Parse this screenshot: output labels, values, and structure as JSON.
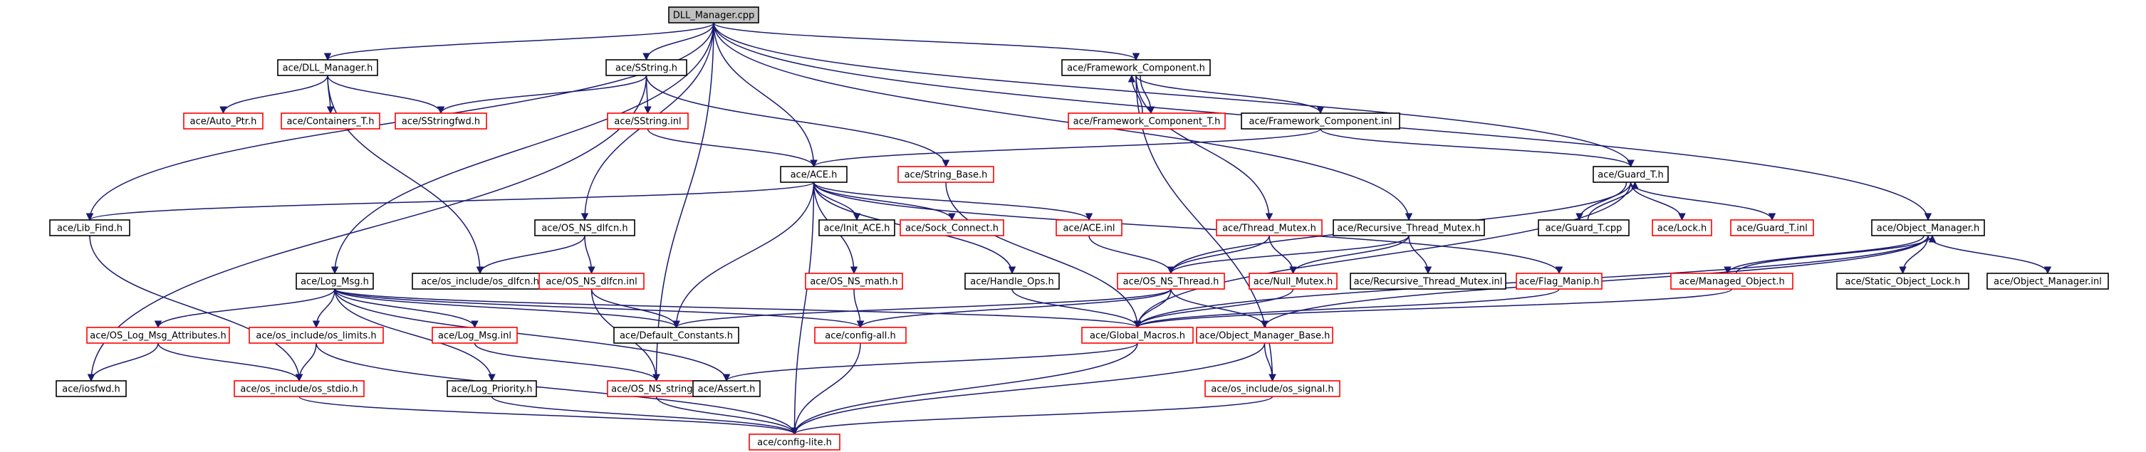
{
  "diagram": {
    "colors": {
      "edge": "#191970",
      "documented_border": "#000000",
      "undocumented_border": "#ff0000",
      "root_fill": "#c0c0c0"
    },
    "nodes": [
      {
        "id": "dll_manager_cpp",
        "label": "DLL_Manager.cpp",
        "status": "root"
      },
      {
        "id": "dll_manager_h",
        "label": "ace/DLL_Manager.h",
        "status": "documented"
      },
      {
        "id": "sstring_h",
        "label": "ace/SString.h",
        "status": "documented"
      },
      {
        "id": "framework_component_h",
        "label": "ace/Framework_Component.h",
        "status": "documented"
      },
      {
        "id": "auto_ptr_h",
        "label": "ace/Auto_Ptr.h",
        "status": "undocumented"
      },
      {
        "id": "containers_t_h",
        "label": "ace/Containers_T.h",
        "status": "undocumented"
      },
      {
        "id": "sstringfwd_h",
        "label": "ace/SStringfwd.h",
        "status": "undocumented"
      },
      {
        "id": "sstring_inl",
        "label": "ace/SString.inl",
        "status": "undocumented"
      },
      {
        "id": "framework_component_t_h",
        "label": "ace/Framework_Component_T.h",
        "status": "undocumented"
      },
      {
        "id": "framework_component_inl",
        "label": "ace/Framework_Component.inl",
        "status": "documented"
      },
      {
        "id": "ace_h",
        "label": "ace/ACE.h",
        "status": "documented"
      },
      {
        "id": "string_base_h",
        "label": "ace/String_Base.h",
        "status": "undocumented"
      },
      {
        "id": "guard_t_h",
        "label": "ace/Guard_T.h",
        "status": "documented"
      },
      {
        "id": "lib_find_h",
        "label": "ace/Lib_Find.h",
        "status": "documented"
      },
      {
        "id": "os_ns_dlfcn_h",
        "label": "ace/OS_NS_dlfcn.h",
        "status": "documented"
      },
      {
        "id": "init_ace_h",
        "label": "ace/Init_ACE.h",
        "status": "documented"
      },
      {
        "id": "sock_connect_h",
        "label": "ace/Sock_Connect.h",
        "status": "undocumented"
      },
      {
        "id": "ace_inl",
        "label": "ace/ACE.inl",
        "status": "undocumented"
      },
      {
        "id": "thread_mutex_h",
        "label": "ace/Thread_Mutex.h",
        "status": "undocumented"
      },
      {
        "id": "recursive_thread_mutex_h",
        "label": "ace/Recursive_Thread_Mutex.h",
        "status": "documented"
      },
      {
        "id": "guard_t_cpp",
        "label": "ace/Guard_T.cpp",
        "status": "documented"
      },
      {
        "id": "lock_h",
        "label": "ace/Lock.h",
        "status": "undocumented"
      },
      {
        "id": "guard_t_inl",
        "label": "ace/Guard_T.inl",
        "status": "undocumented"
      },
      {
        "id": "object_manager_h",
        "label": "ace/Object_Manager.h",
        "status": "documented"
      },
      {
        "id": "log_msg_h",
        "label": "ace/Log_Msg.h",
        "status": "documented"
      },
      {
        "id": "os_include_os_dlfcn_h",
        "label": "ace/os_include/os_dlfcn.h",
        "status": "documented"
      },
      {
        "id": "os_ns_dlfcn_inl",
        "label": "ace/OS_NS_dlfcn.inl",
        "status": "undocumented"
      },
      {
        "id": "os_ns_math_h",
        "label": "ace/OS_NS_math.h",
        "status": "undocumented"
      },
      {
        "id": "handle_ops_h",
        "label": "ace/Handle_Ops.h",
        "status": "documented"
      },
      {
        "id": "os_ns_thread_h",
        "label": "ace/OS_NS_Thread.h",
        "status": "undocumented"
      },
      {
        "id": "null_mutex_h",
        "label": "ace/Null_Mutex.h",
        "status": "undocumented"
      },
      {
        "id": "recursive_thread_mutex_inl",
        "label": "ace/Recursive_Thread_Mutex.inl",
        "status": "documented"
      },
      {
        "id": "flag_manip_h",
        "label": "ace/Flag_Manip.h",
        "status": "undocumented"
      },
      {
        "id": "managed_object_h",
        "label": "ace/Managed_Object.h",
        "status": "undocumented"
      },
      {
        "id": "static_object_lock_h",
        "label": "ace/Static_Object_Lock.h",
        "status": "documented"
      },
      {
        "id": "object_manager_inl",
        "label": "ace/Object_Manager.inl",
        "status": "documented"
      },
      {
        "id": "os_log_msg_attributes_h",
        "label": "ace/OS_Log_Msg_Attributes.h",
        "status": "undocumented"
      },
      {
        "id": "os_include_os_limits_h",
        "label": "ace/os_include/os_limits.h",
        "status": "undocumented"
      },
      {
        "id": "log_msg_inl",
        "label": "ace/Log_Msg.inl",
        "status": "undocumented"
      },
      {
        "id": "default_constants_h",
        "label": "ace/Default_Constants.h",
        "status": "documented"
      },
      {
        "id": "config_all_h",
        "label": "ace/config-all.h",
        "status": "undocumented"
      },
      {
        "id": "global_macros_h",
        "label": "ace/Global_Macros.h",
        "status": "undocumented"
      },
      {
        "id": "object_manager_base_h",
        "label": "ace/Object_Manager_Base.h",
        "status": "undocumented"
      },
      {
        "id": "iosfwd_h",
        "label": "ace/iosfwd.h",
        "status": "documented"
      },
      {
        "id": "os_include_os_stdio_h",
        "label": "ace/os_include/os_stdio.h",
        "status": "undocumented"
      },
      {
        "id": "log_priority_h",
        "label": "ace/Log_Priority.h",
        "status": "documented"
      },
      {
        "id": "os_ns_string_h",
        "label": "ace/OS_NS_string.h",
        "status": "undocumented"
      },
      {
        "id": "assert_h",
        "label": "ace/Assert.h",
        "status": "documented"
      },
      {
        "id": "os_include_os_signal_h",
        "label": "ace/os_include/os_signal.h",
        "status": "undocumented"
      },
      {
        "id": "config_lite_h",
        "label": "ace/config-lite.h",
        "status": "undocumented"
      }
    ],
    "edges": [
      {
        "from": "dll_manager_cpp",
        "to": "dll_manager_h"
      },
      {
        "from": "dll_manager_cpp",
        "to": "sstring_h"
      },
      {
        "from": "dll_manager_cpp",
        "to": "framework_component_h"
      },
      {
        "from": "dll_manager_cpp",
        "to": "ace_h"
      },
      {
        "from": "dll_manager_cpp",
        "to": "lib_find_h"
      },
      {
        "from": "dll_manager_cpp",
        "to": "os_ns_dlfcn_h"
      },
      {
        "from": "dll_manager_cpp",
        "to": "log_msg_h"
      },
      {
        "from": "dll_manager_cpp",
        "to": "guard_t_h"
      },
      {
        "from": "dll_manager_cpp",
        "to": "recursive_thread_mutex_h"
      },
      {
        "from": "dll_manager_cpp",
        "to": "object_manager_h"
      },
      {
        "from": "dll_manager_cpp",
        "to": "os_ns_string_h"
      },
      {
        "from": "dll_manager_h",
        "to": "auto_ptr_h"
      },
      {
        "from": "dll_manager_h",
        "to": "containers_t_h"
      },
      {
        "from": "dll_manager_h",
        "to": "sstringfwd_h"
      },
      {
        "from": "dll_manager_h",
        "to": "os_include_os_dlfcn_h"
      },
      {
        "from": "sstring_h",
        "to": "sstringfwd_h"
      },
      {
        "from": "sstring_h",
        "to": "sstring_inl"
      },
      {
        "from": "sstring_h",
        "to": "string_base_h"
      },
      {
        "from": "sstring_h",
        "to": "iosfwd_h"
      },
      {
        "from": "sstring_inl",
        "to": "ace_h"
      },
      {
        "from": "framework_component_h",
        "to": "framework_component_t_h"
      },
      {
        "from": "framework_component_t_h",
        "to": "framework_component_h"
      },
      {
        "from": "framework_component_h",
        "to": "framework_component_inl"
      },
      {
        "from": "framework_component_h",
        "to": "thread_mutex_h"
      },
      {
        "from": "framework_component_h",
        "to": "os_include_os_signal_h"
      },
      {
        "from": "framework_component_inl",
        "to": "ace_h"
      },
      {
        "from": "framework_component_inl",
        "to": "guard_t_h"
      },
      {
        "from": "string_base_h",
        "to": "global_macros_h"
      },
      {
        "from": "ace_h",
        "to": "lib_find_h"
      },
      {
        "from": "ace_h",
        "to": "init_ace_h"
      },
      {
        "from": "ace_h",
        "to": "sock_connect_h"
      },
      {
        "from": "ace_h",
        "to": "ace_inl"
      },
      {
        "from": "ace_h",
        "to": "flag_manip_h"
      },
      {
        "from": "ace_h",
        "to": "os_ns_math_h"
      },
      {
        "from": "ace_h",
        "to": "handle_ops_h"
      },
      {
        "from": "ace_h",
        "to": "default_constants_h"
      },
      {
        "from": "ace_h",
        "to": "config_lite_h"
      },
      {
        "from": "ace_inl",
        "to": "os_ns_thread_h"
      },
      {
        "from": "guard_t_h",
        "to": "guard_t_cpp"
      },
      {
        "from": "guard_t_cpp",
        "to": "guard_t_h"
      },
      {
        "from": "guard_t_h",
        "to": "lock_h"
      },
      {
        "from": "guard_t_h",
        "to": "guard_t_inl"
      },
      {
        "from": "guard_t_h",
        "to": "os_ns_thread_h"
      },
      {
        "from": "guard_t_h",
        "to": "global_macros_h"
      },
      {
        "from": "lib_find_h",
        "to": "os_include_os_stdio_h"
      },
      {
        "from": "os_ns_dlfcn_h",
        "to": "os_include_os_dlfcn_h"
      },
      {
        "from": "os_ns_dlfcn_h",
        "to": "os_ns_dlfcn_inl"
      },
      {
        "from": "os_ns_dlfcn_inl",
        "to": "default_constants_h"
      },
      {
        "from": "os_ns_dlfcn_inl",
        "to": "os_ns_string_h"
      },
      {
        "from": "thread_mutex_h",
        "to": "os_ns_thread_h"
      },
      {
        "from": "thread_mutex_h",
        "to": "null_mutex_h"
      },
      {
        "from": "recursive_thread_mutex_h",
        "to": "os_ns_thread_h"
      },
      {
        "from": "recursive_thread_mutex_h",
        "to": "null_mutex_h"
      },
      {
        "from": "recursive_thread_mutex_h",
        "to": "recursive_thread_mutex_inl"
      },
      {
        "from": "null_mutex_h",
        "to": "global_macros_h"
      },
      {
        "from": "os_ns_math_h",
        "to": "config_all_h"
      },
      {
        "from": "handle_ops_h",
        "to": "global_macros_h"
      },
      {
        "from": "flag_manip_h",
        "to": "global_macros_h"
      },
      {
        "from": "os_ns_thread_h",
        "to": "config_all_h"
      },
      {
        "from": "os_ns_thread_h",
        "to": "global_macros_h"
      },
      {
        "from": "os_ns_thread_h",
        "to": "object_manager_base_h"
      },
      {
        "from": "os_ns_thread_h",
        "to": "default_constants_h"
      },
      {
        "from": "object_manager_h",
        "to": "managed_object_h"
      },
      {
        "from": "managed_object_h",
        "to": "object_manager_h"
      },
      {
        "from": "object_manager_h",
        "to": "static_object_lock_h"
      },
      {
        "from": "object_manager_h",
        "to": "object_manager_inl"
      },
      {
        "from": "object_manager_h",
        "to": "global_macros_h"
      },
      {
        "from": "object_manager_h",
        "to": "object_manager_base_h"
      },
      {
        "from": "managed_object_h",
        "to": "global_macros_h"
      },
      {
        "from": "log_msg_h",
        "to": "os_log_msg_attributes_h"
      },
      {
        "from": "log_msg_h",
        "to": "os_include_os_limits_h"
      },
      {
        "from": "log_msg_h",
        "to": "log_msg_inl"
      },
      {
        "from": "log_msg_h",
        "to": "default_constants_h"
      },
      {
        "from": "log_msg_h",
        "to": "global_macros_h"
      },
      {
        "from": "log_msg_h",
        "to": "log_priority_h"
      },
      {
        "from": "log_msg_h",
        "to": "assert_h"
      },
      {
        "from": "log_msg_h",
        "to": "config_all_h"
      },
      {
        "from": "os_log_msg_attributes_h",
        "to": "iosfwd_h"
      },
      {
        "from": "os_log_msg_attributes_h",
        "to": "os_include_os_stdio_h"
      },
      {
        "from": "os_include_os_limits_h",
        "to": "os_include_os_stdio_h"
      },
      {
        "from": "os_include_os_limits_h",
        "to": "config_lite_h"
      },
      {
        "from": "log_msg_inl",
        "to": "os_ns_string_h"
      },
      {
        "from": "config_all_h",
        "to": "config_lite_h"
      },
      {
        "from": "global_macros_h",
        "to": "assert_h"
      },
      {
        "from": "global_macros_h",
        "to": "config_lite_h"
      },
      {
        "from": "object_manager_base_h",
        "to": "os_include_os_signal_h"
      },
      {
        "from": "object_manager_base_h",
        "to": "config_lite_h"
      },
      {
        "from": "os_include_os_stdio_h",
        "to": "config_lite_h"
      },
      {
        "from": "log_priority_h",
        "to": "config_lite_h"
      },
      {
        "from": "os_ns_string_h",
        "to": "config_lite_h"
      },
      {
        "from": "os_include_os_signal_h",
        "to": "config_lite_h"
      }
    ]
  }
}
